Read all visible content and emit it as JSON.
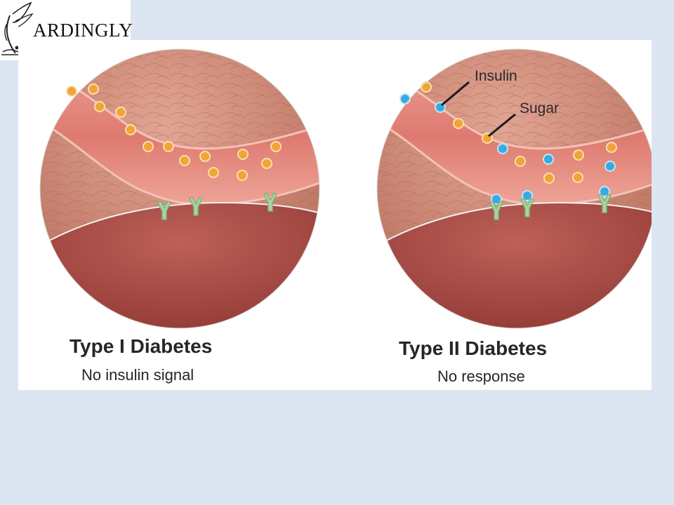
{
  "logo": {
    "text": "ARDINGLY"
  },
  "panels": [
    {
      "title": "Type I Diabetes",
      "subtitle": "No insulin signal"
    },
    {
      "title": "Type II Diabetes",
      "subtitle": "No response",
      "callouts": {
        "insulin": "Insulin",
        "sugar": "Sugar"
      }
    }
  ],
  "colors": {
    "background": "#dce6f2",
    "sugar": "#f2a33a",
    "insulin": "#3aa9e0",
    "receptor": "#a9d4a2",
    "vessel": "#e2837a",
    "tissue": "#c97f6c",
    "cell": "#a84a45"
  }
}
